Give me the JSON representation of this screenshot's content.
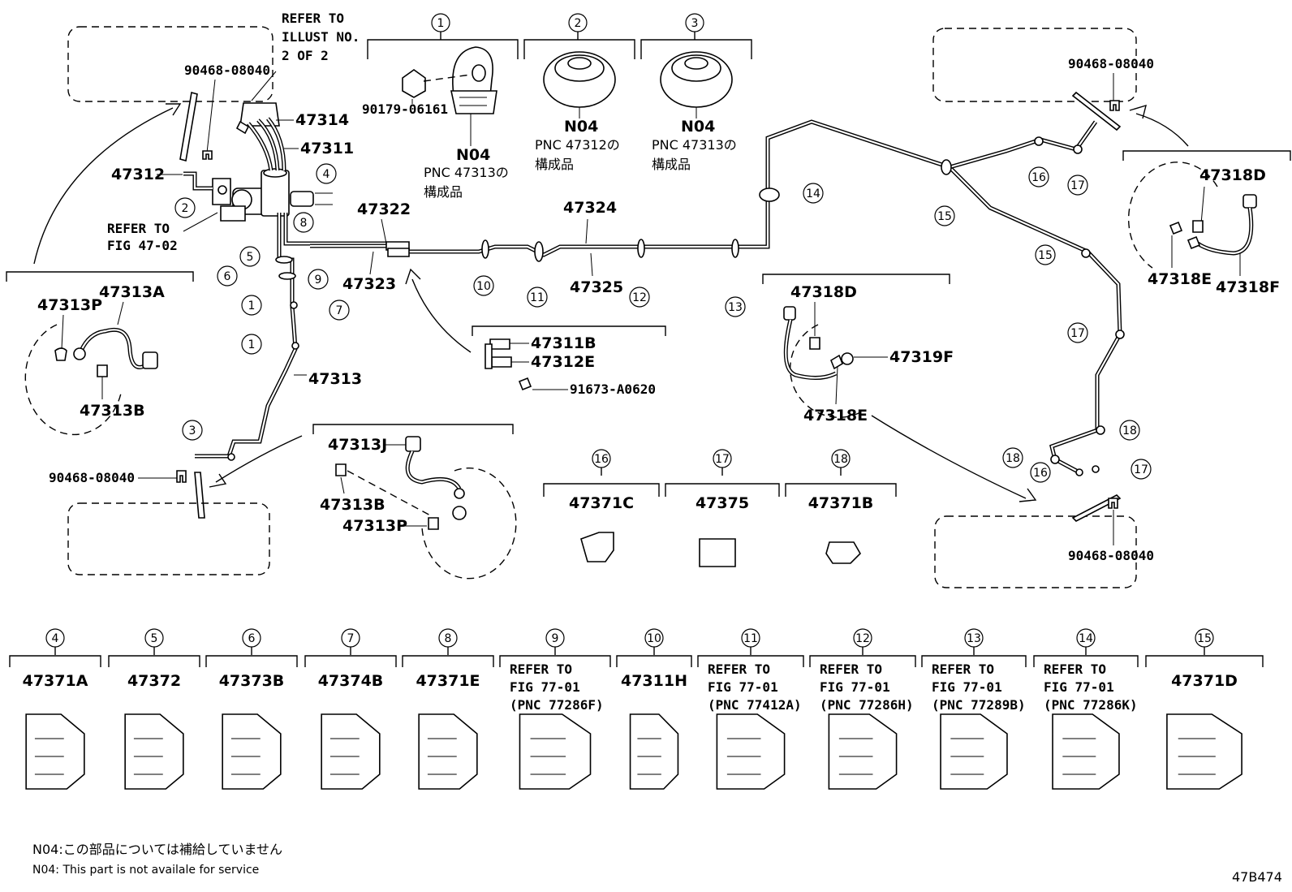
{
  "diagram_code": "47B474",
  "footnotes": {
    "jp": "N04:この部品については補給していません",
    "en": "N04: This part is not availale for service"
  },
  "refer_illust": "REFER TO\nILLUST NO.\n2 OF 2",
  "refer_fig_4702": "REFER TO\nFIG 47-02",
  "callouts_top": [
    {
      "num": "1",
      "code": "N04",
      "note": "PNC 47313の\n構成品",
      "bolt": "90179-06161"
    },
    {
      "num": "2",
      "code": "N04",
      "note": "PNC 47312の\n構成品"
    },
    {
      "num": "3",
      "code": "N04",
      "note": "PNC 47313の\n構成品"
    }
  ],
  "main_labels": {
    "p47314": "47314",
    "p47311": "47311",
    "p47312": "47312",
    "p47322": "47322",
    "p47323": "47323",
    "p47324": "47324",
    "p47325": "47325",
    "p47313": "47313",
    "clip_top_left": "90468-08040",
    "clip_bottom_left": "90468-08040",
    "clip_top_right": "90468-08040",
    "clip_bottom_right": "90468-08040"
  },
  "detail_left": {
    "a": "47313A",
    "p": "47313P",
    "b": "47313B"
  },
  "detail_center": {
    "j": "47313J",
    "b": "47313B",
    "p": "47313P"
  },
  "detail_bracket": {
    "b": "47311B",
    "e": "47312E",
    "bolt": "91673-A0620"
  },
  "detail_right_mid": {
    "d": "47318D",
    "f": "47319F",
    "e": "47318E"
  },
  "detail_right_top": {
    "d": "47318D",
    "e": "47318E",
    "f": "47318F"
  },
  "route_markers": [
    {
      "num": "4"
    },
    {
      "num": "2"
    },
    {
      "num": "8"
    },
    {
      "num": "5"
    },
    {
      "num": "6"
    },
    {
      "num": "9"
    },
    {
      "num": "7"
    },
    {
      "num": "1"
    },
    {
      "num": "1"
    },
    {
      "num": "3"
    },
    {
      "num": "10"
    },
    {
      "num": "11"
    },
    {
      "num": "12"
    },
    {
      "num": "13"
    },
    {
      "num": "14"
    },
    {
      "num": "15"
    },
    {
      "num": "16"
    },
    {
      "num": "17"
    },
    {
      "num": "15"
    },
    {
      "num": "17"
    },
    {
      "num": "18"
    },
    {
      "num": "18"
    },
    {
      "num": "16"
    },
    {
      "num": "17"
    }
  ],
  "legend_mid": [
    {
      "num": "16",
      "part": "47371C"
    },
    {
      "num": "17",
      "part": "47375"
    },
    {
      "num": "18",
      "part": "47371B"
    }
  ],
  "legend_bottom": [
    {
      "num": "4",
      "part": "47371A"
    },
    {
      "num": "5",
      "part": "47372"
    },
    {
      "num": "6",
      "part": "47373B"
    },
    {
      "num": "7",
      "part": "47374B"
    },
    {
      "num": "8",
      "part": "47371E"
    },
    {
      "num": "9",
      "part": "REFER TO\nFIG 77-01\n(PNC 77286F)"
    },
    {
      "num": "10",
      "part": "47311H"
    },
    {
      "num": "11",
      "part": "REFER TO\nFIG 77-01\n(PNC 77412A)"
    },
    {
      "num": "12",
      "part": "REFER TO\nFIG 77-01\n(PNC 77286H)"
    },
    {
      "num": "13",
      "part": "REFER TO\nFIG 77-01\n(PNC 77289B)"
    },
    {
      "num": "14",
      "part": "REFER TO\nFIG 77-01\n(PNC 77286K)"
    },
    {
      "num": "15",
      "part": "47371D"
    }
  ]
}
